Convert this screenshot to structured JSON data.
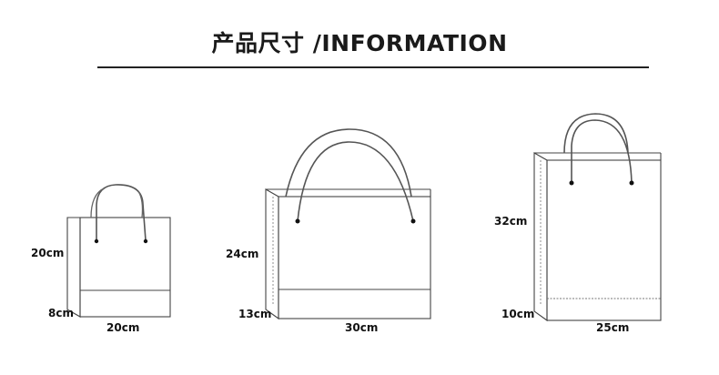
{
  "header": {
    "title_cn": "产品尺寸",
    "title_en": "/INFORMATION"
  },
  "bags": [
    {
      "height": "20cm",
      "depth": "8cm",
      "width": "20cm"
    },
    {
      "height": "24cm",
      "depth": "13cm",
      "width": "30cm"
    },
    {
      "height": "32cm",
      "depth": "10cm",
      "width": "25cm"
    }
  ]
}
